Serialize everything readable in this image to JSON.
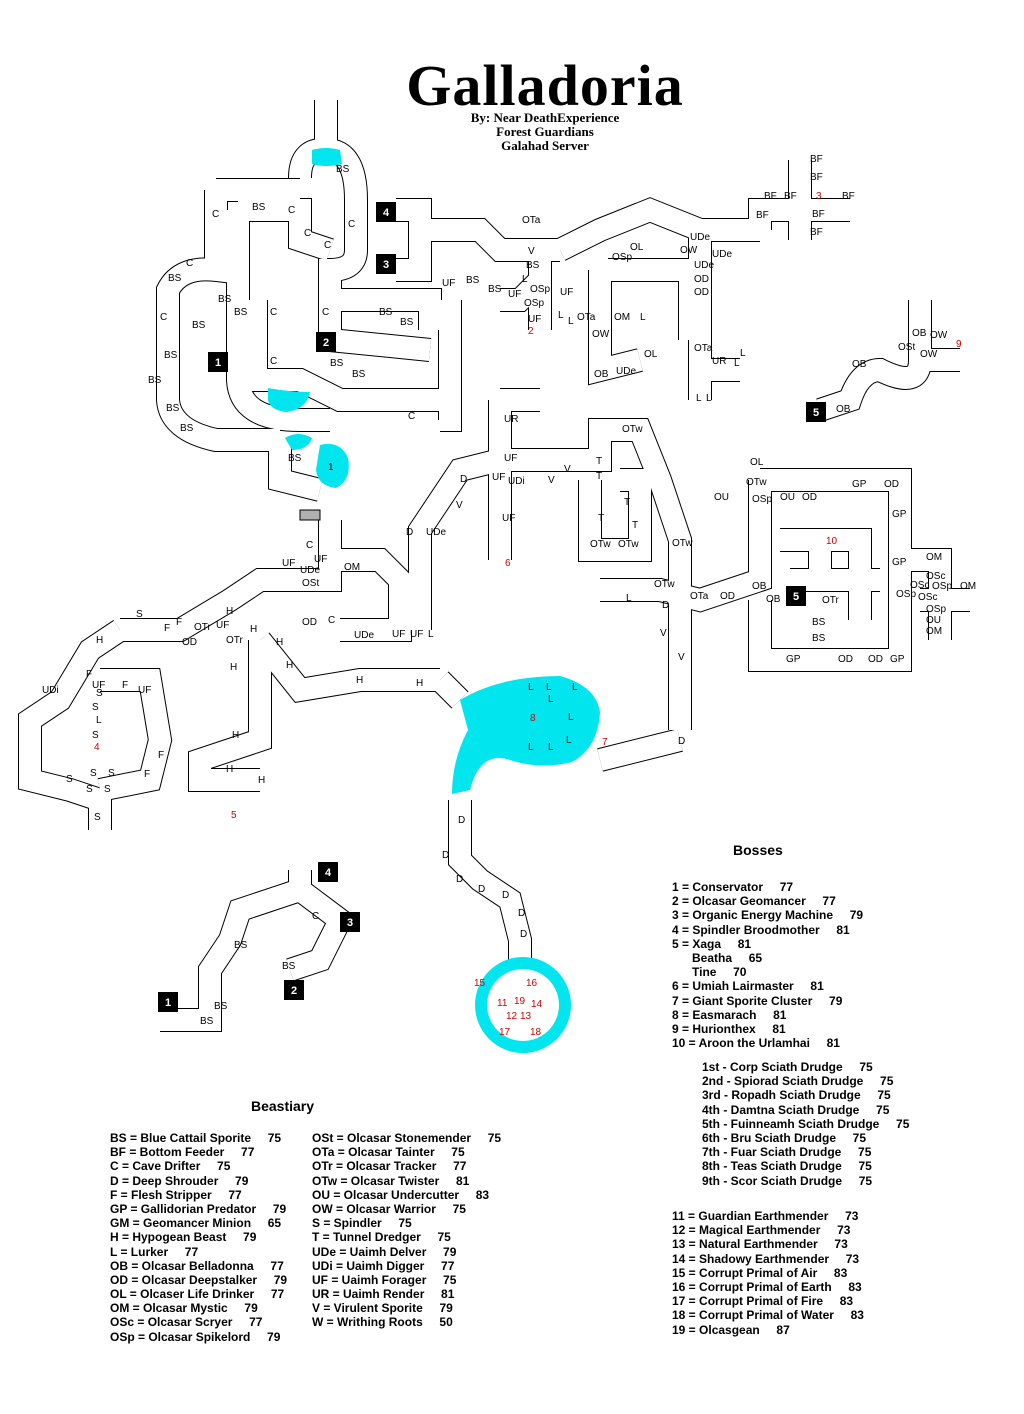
{
  "map": {
    "title": "Galladoria",
    "credits": [
      "By: Near DeathExperience",
      "Forest Guardians",
      "Galahad Server"
    ],
    "colors": {
      "water": "#00e5ee",
      "wall": "#000000",
      "boss_number": "#d00000",
      "background": "#ffffff"
    },
    "zone_markers": [
      "1",
      "2",
      "3",
      "4",
      "5"
    ],
    "boss_spots": [
      "1",
      "2",
      "3",
      "4",
      "5",
      "6",
      "7",
      "8",
      "9",
      "10",
      "11",
      "12",
      "13",
      "14",
      "15",
      "16",
      "17",
      "18",
      "19"
    ]
  },
  "bosses": {
    "heading": "Bosses",
    "entries": [
      "1 = Conservator     77",
      "2 = Olcasar Geomancer     77",
      "3 = Organic Energy Machine     79",
      "4 = Spindler Broodmother     81",
      "5 = Xaga     81",
      "      Beatha     65",
      "      Tine     70",
      "6 = Umiah Lairmaster     81",
      "7 = Giant Sporite Cluster     79",
      "8 = Easmarach     81",
      "9 = Hurionthex     81",
      "10 = Aroon the Urlamhai     81"
    ],
    "sciath": [
      "1st - Corp Sciath Drudge     75",
      "2nd - Spiorad Sciath Drudge     75",
      "3rd - Ropadh Sciath Drudge     75",
      "4th - Damtna Sciath Drudge     75",
      "5th - Fuinneamh Sciath Drudge     75",
      "6th - Bru Sciath Drudge     75",
      "7th - Fuar Sciath Drudge     75",
      "8th - Teas Sciath Drudge     75",
      "9th - Scor Sciath Drudge     75"
    ],
    "earthmenders": [
      "11 = Guardian Earthmender     73",
      "12 = Magical Earthmender     73",
      "13 = Natural Earthmender     73",
      "14 = Shadowy Earthmender     73",
      "15 = Corrupt Primal of Air     83",
      "16 = Corrupt Primal of Earth     83",
      "17 = Corrupt Primal of Fire     83",
      "18 = Corrupt Primal of Water     83",
      "19 = Olcasgean     87"
    ]
  },
  "beastiary": {
    "heading": "Beastiary",
    "left": [
      "BS = Blue Cattail Sporite     75",
      "BF = Bottom Feeder     77",
      "C = Cave Drifter     75",
      "D = Deep Shrouder     79",
      "F = Flesh Stripper     77",
      "GP = Gallidorian Predator     79",
      "GM = Geomancer Minion     65",
      "H = Hypogean Beast     79",
      "L = Lurker     77",
      "OB = Olcasar Belladonna     77",
      "OD = Olcasar Deepstalker     79",
      "OL = Olcaser Life Drinker     77",
      "OM = Olcasar Mystic     79",
      "OSc = Olcasar Scryer     77",
      "OSp = Olcasar Spikelord     79"
    ],
    "right": [
      "OSt = Olcasar Stonemender     75",
      "OTa = Olcasar Tainter     75",
      "OTr = Olcasar Tracker     77",
      "OTw = Olcasar Twister     81",
      "OU = Olcasar Undercutter     83",
      "OW = Olcasar Warrior     75",
      "S = Spindler     75",
      "T = Tunnel Dredger     75",
      "UDe = Uaimh Delver     79",
      "UDi = Uaimh Digger     77",
      "UF = Uaimh Forager     75",
      "UR = Uaimh Render     81",
      "V = Virulent Sporite     79",
      "W = Writhing Roots     50"
    ]
  }
}
